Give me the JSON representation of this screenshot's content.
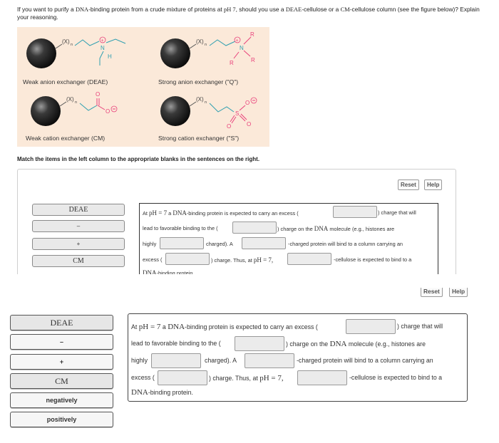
{
  "question": {
    "p1": "If you want to purify a ",
    "dna1": "DNA",
    "p2": "-binding protein from a crude mixture of proteins at ",
    "ph": "pH 7",
    "p3": ", should you use a ",
    "deae": "DEAE",
    "p4": "-cellulose or a ",
    "cm": "CM",
    "p5": "-cellulose column (see the figure below)? Explain your reasoning."
  },
  "figure": {
    "labels": {
      "weak_anion": "Weak anion exchanger (DEAE)",
      "strong_anion": "Strong anion exchanger (\"Q\")",
      "weak_cation": "Weak cation exchanger (CM)",
      "strong_cation": "Strong cation exchanger (\"S\")"
    },
    "glyphs": {
      "x": "(X)",
      "n_sub": "n",
      "N": "N",
      "H": "H",
      "R": "R",
      "O": "O",
      "S": "S"
    }
  },
  "instruction": "Match the items in the left column to the appropriate blanks in the sentences on the right.",
  "controls": {
    "reset": "Reset",
    "help": "Help"
  },
  "items": [
    "DEAE",
    "–",
    "+",
    "CM",
    "negatively",
    "positively"
  ],
  "sentences": {
    "s1a_pre": "At ",
    "s1a_ph": "pH = 7",
    "s1a_mid": " a ",
    "s1a_dna": "DNA",
    "s1a_post": "-binding protein is expected to carry an excess (",
    "s1a_end": ") charge that will",
    "s1b_pre": "lead to favorable binding to the (",
    "s1b_mid": ") charge on the ",
    "s1b_dna": "DNA",
    "s1b_post": " molecule (e.g., histones are",
    "s2_pre": "highly",
    "s2_mid": "charged). A",
    "s2_post": "-charged protein will bind to a column carrying an",
    "s3_pre": "excess (",
    "s3_mid": ") charge. Thus, at ",
    "s3_ph": "pH = 7,",
    "s3_post": "-cellulose is expected to bind to a",
    "s4_dna": "DNA",
    "s4_post": "-binding protein."
  },
  "colors": {
    "figure_bg": "#fbe9d9",
    "structure_pink": "#e8407a",
    "structure_teal": "#2e9fb0",
    "chip_bg": "#e6e6e6",
    "blank_bg": "#ebebeb"
  },
  "icons": [
    "bead-icon",
    "plus-charge-icon",
    "minus-charge-icon"
  ]
}
